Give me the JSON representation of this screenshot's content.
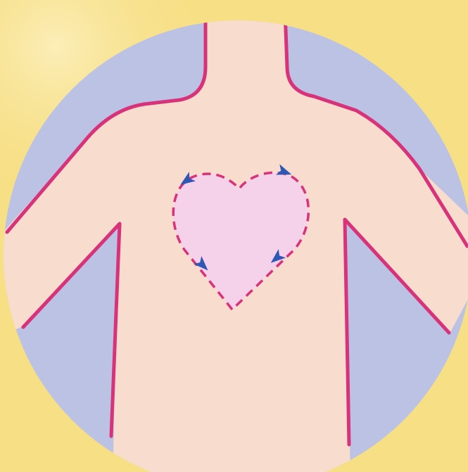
{
  "colors": {
    "background": "#f7df85",
    "background_glow": "#fbeeb8",
    "circle": "#bcc2e4",
    "skin": "#f8dccd",
    "outline": "#d8327a",
    "heart_fill": "#f6d2ea",
    "heart_dash": "#d8327a",
    "arrow": "#2e58b4"
  },
  "illustration": {
    "subject": "upper-body",
    "marker_shape": "heart",
    "arrow_count": 4,
    "arrow_direction": "clockwise"
  }
}
